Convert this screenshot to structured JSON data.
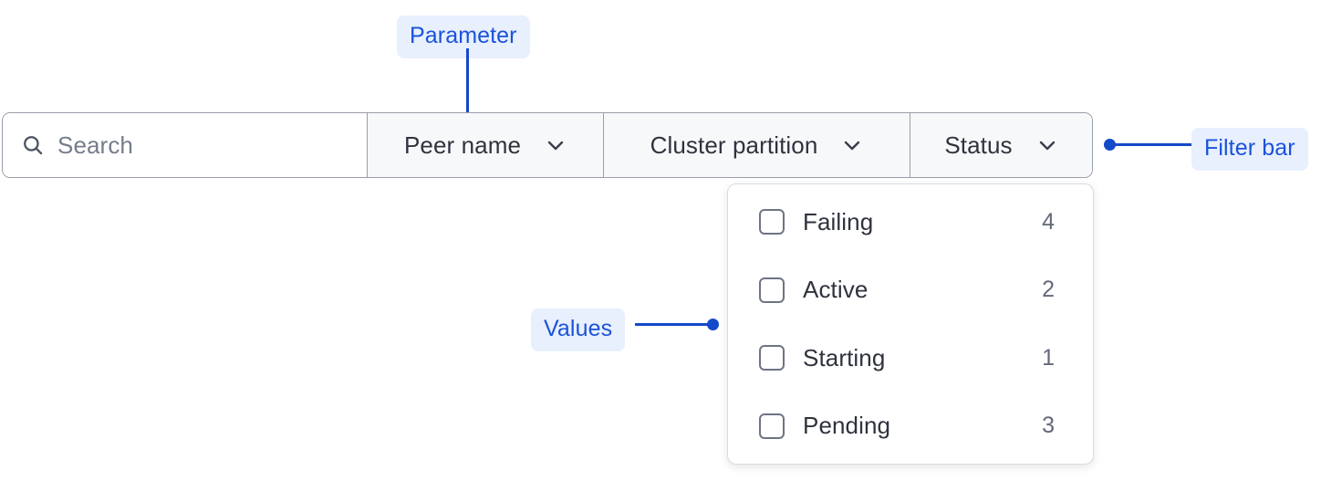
{
  "annotations": [
    {
      "id": "parameter",
      "label": "Parameter"
    },
    {
      "id": "filter-bar",
      "label": "Filter bar"
    },
    {
      "id": "values",
      "label": "Values"
    }
  ],
  "filter_bar": {
    "search": {
      "icon": "search-icon",
      "value": "",
      "placeholder": "Search"
    },
    "dropdowns": [
      {
        "id": "peer-name",
        "label": "Peer name",
        "icon": "chevron-down-icon",
        "expanded": false
      },
      {
        "id": "cluster-partition",
        "label": "Cluster partition",
        "icon": "chevron-down-icon",
        "expanded": false
      },
      {
        "id": "status",
        "label": "Status",
        "icon": "chevron-down-icon",
        "expanded": true
      }
    ]
  },
  "values_panel": {
    "parent": "status",
    "options": [
      {
        "label": "Failing",
        "count": "4",
        "checked": false
      },
      {
        "label": "Active",
        "count": "2",
        "checked": false
      },
      {
        "label": "Starting",
        "count": "1",
        "checked": false
      },
      {
        "label": "Pending",
        "count": "3",
        "checked": false
      }
    ]
  },
  "colors": {
    "annotation_text": "#1a53d8",
    "annotation_bg": "#e8effd",
    "connector": "#1449c9",
    "bar_border": "#9a9ea8",
    "segment_bg": "#f7f8f9",
    "search_bg": "#ffffff",
    "label_text": "#2f333d",
    "placeholder_text": "#757c8c",
    "count_text": "#636978",
    "checkbox_border": "#6e7384",
    "panel_border": "#d9dbe0"
  }
}
